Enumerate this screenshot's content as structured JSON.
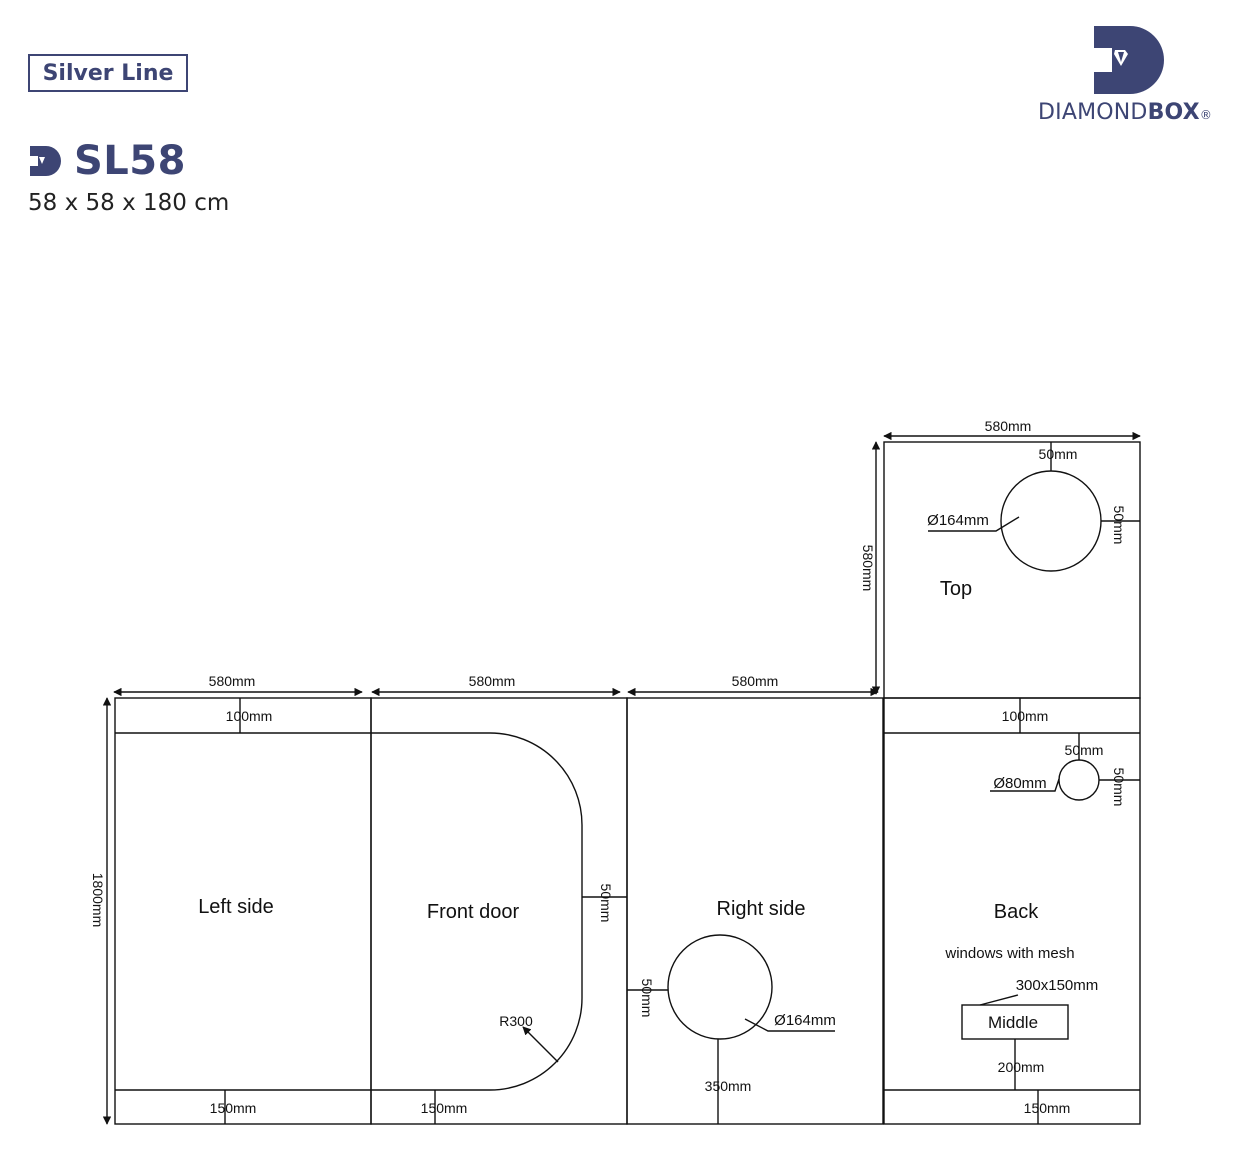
{
  "header": {
    "series_badge": "Silver Line",
    "model": "SL58",
    "dimensions": "58 x 58 x 180 cm",
    "brand_light": "DIAMOND",
    "brand_bold": "BOX",
    "brand_mark": "®",
    "brand_icon": "diamond-d-logo-icon",
    "brand_color": "#3d4574"
  },
  "drawing": {
    "dim_left_width": "580mm",
    "dim_front_width": "580mm",
    "dim_right_width": "580mm",
    "dim_top_width": "580mm",
    "dim_top_height": "580mm",
    "dim_total_height": "1800mm",
    "left_side": {
      "label": "Left side",
      "top_band": "100mm",
      "bottom_band": "150mm"
    },
    "front_door": {
      "label": "Front door",
      "radius": "R300",
      "side_gap": "50mm",
      "bottom_band": "150mm"
    },
    "right_side": {
      "label": "Right side",
      "port_diameter": "Ø164mm",
      "port_side": "50mm",
      "port_bottom": "350mm"
    },
    "top": {
      "label": "Top",
      "port_diameter": "Ø164mm",
      "port_top": "50mm",
      "port_side": "50mm"
    },
    "back": {
      "label": "Back",
      "top_band": "100mm",
      "port_diameter": "Ø80mm",
      "port_top": "50mm",
      "port_side": "50mm",
      "windows_note": "windows with mesh",
      "window_size": "300x150mm",
      "window_label": "Middle",
      "window_bottom": "200mm",
      "bottom_band": "150mm"
    }
  }
}
